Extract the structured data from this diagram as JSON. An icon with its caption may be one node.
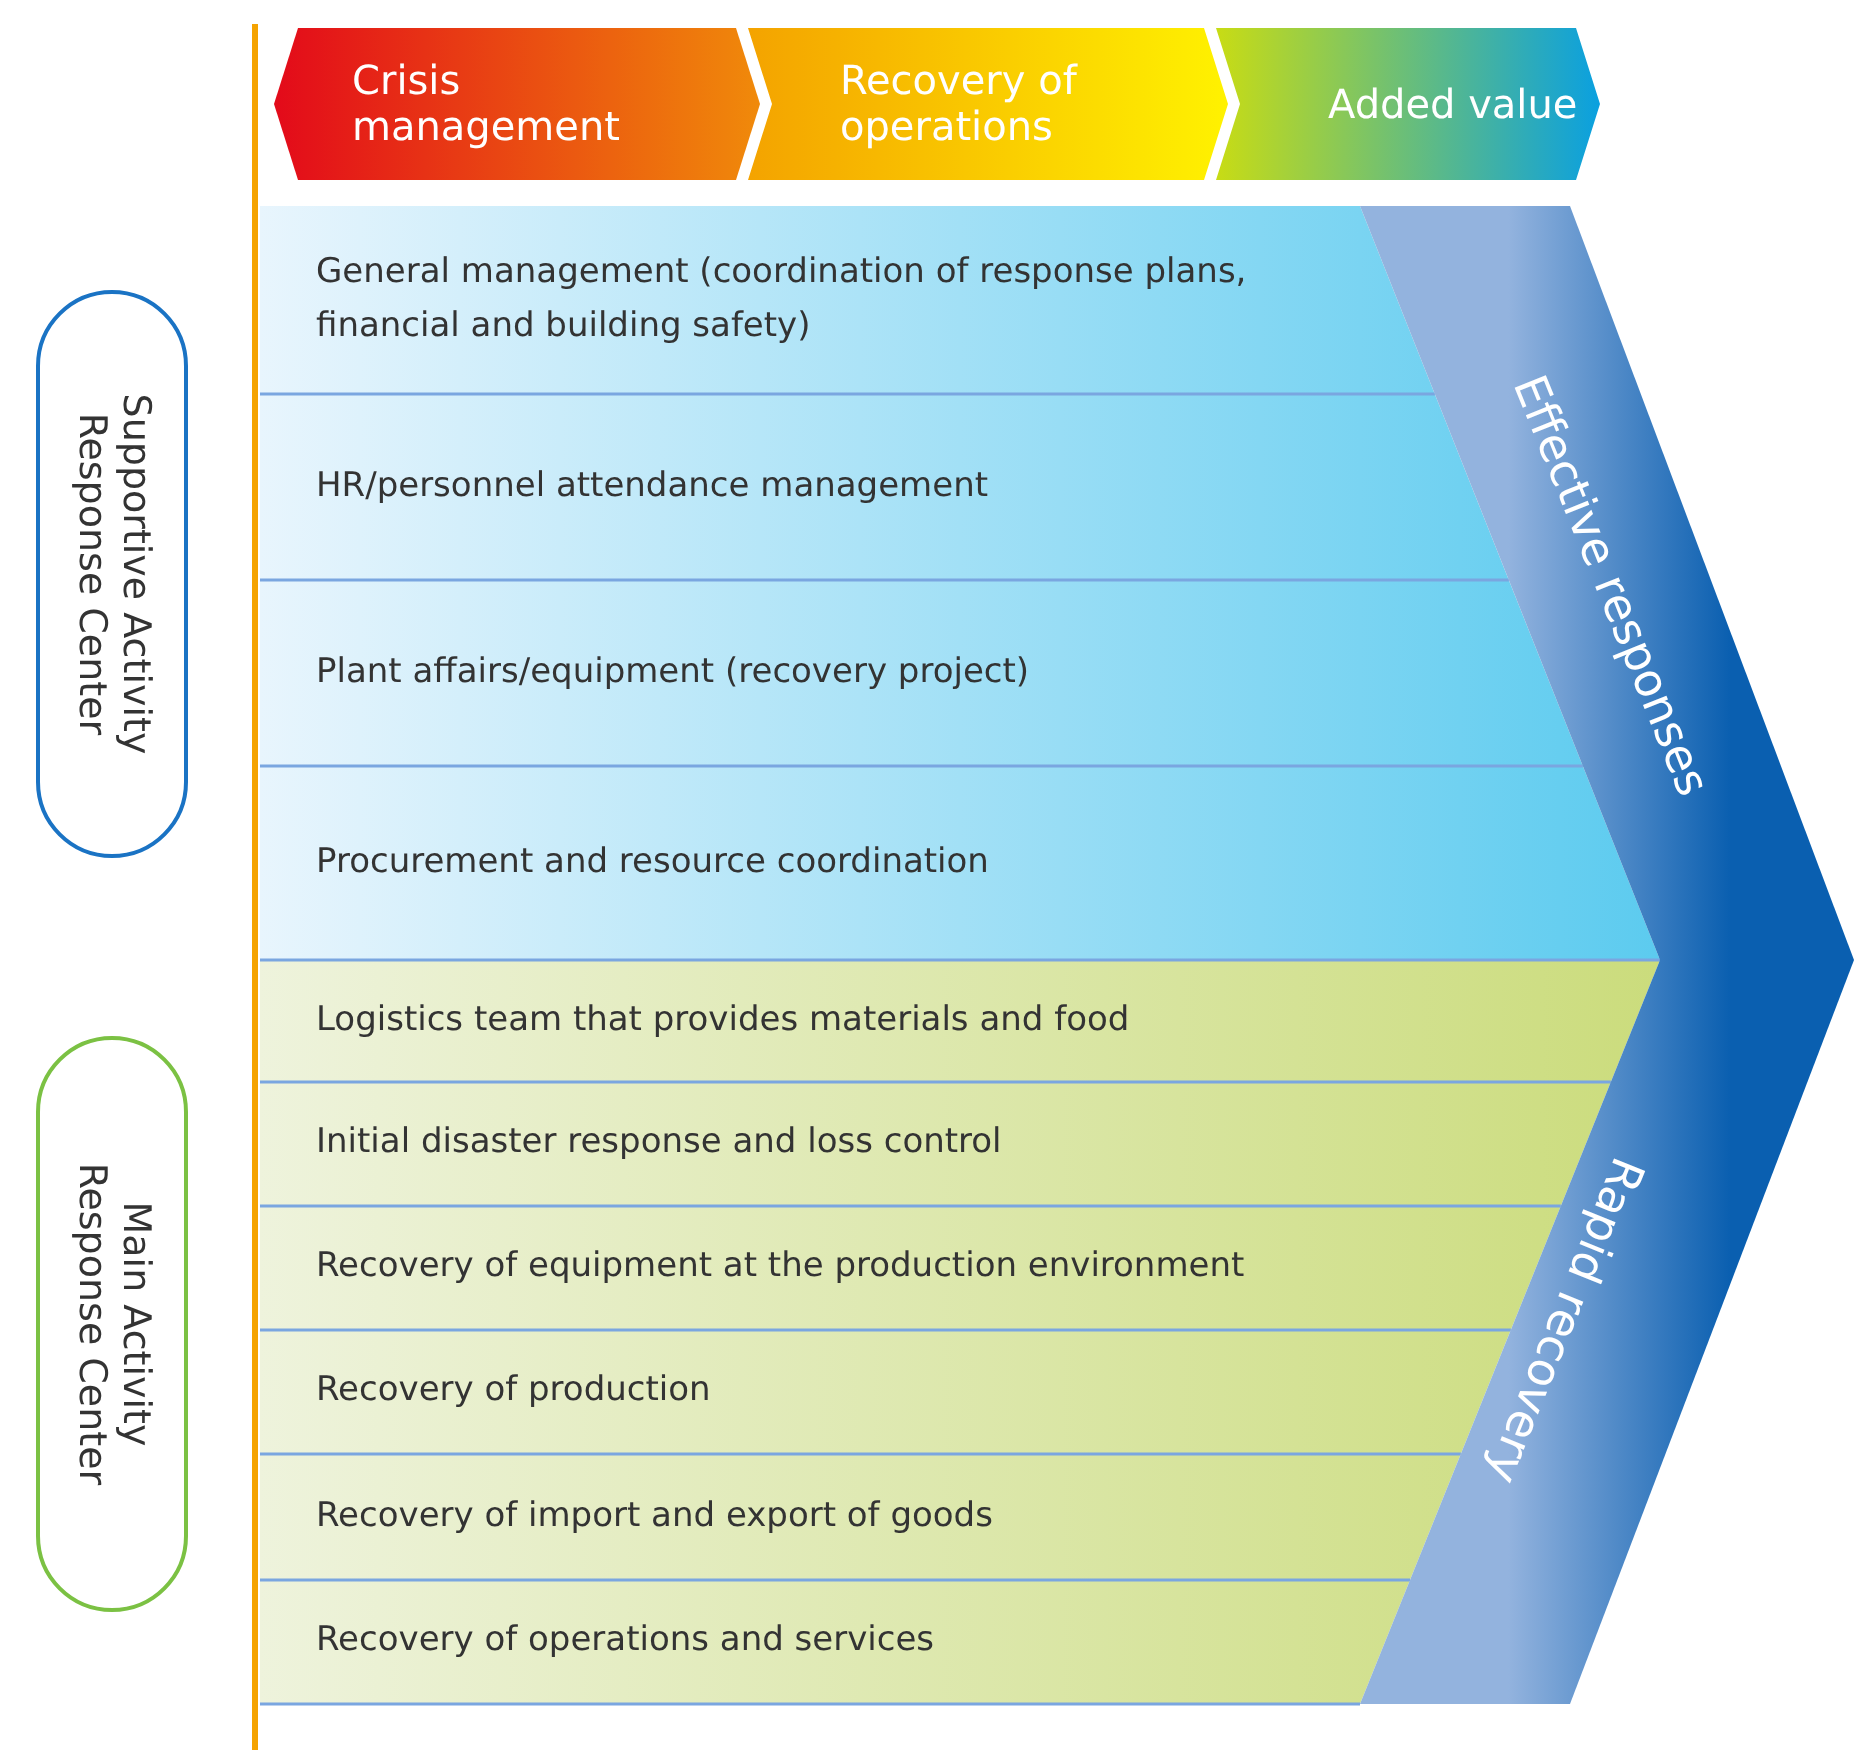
{
  "diagram": {
    "nodes": [
      {
        "text": [
          "Crisis management"
        ]
      },
      {
        "text": [
          "Recovery of operations"
        ]
      },
      {
        "text": [
          "Added value"
        ]
      },
      {
        "text": [
          "Supportive Activity Response Center"
        ]
      },
      {
        "text": [
          "Main Activity Response Center"
        ]
      },
      {
        "text": [
          "General management (coordination of response plans, financial and building safety)"
        ]
      },
      {
        "text": [
          "HR/personnel attendance management"
        ]
      },
      {
        "text": [
          "Plant affairs/equipment (recovery project)"
        ]
      },
      {
        "text": [
          "Procurement and resource coordination"
        ]
      },
      {
        "text": [
          "Logistics team that provides materials and food"
        ]
      },
      {
        "text": [
          "Initial disaster response and loss control"
        ]
      },
      {
        "text": [
          "Recovery of equipment at the production environment"
        ]
      },
      {
        "text": [
          "Recovery of production"
        ]
      },
      {
        "text": [
          "Recovery of import and export of goods"
        ]
      },
      {
        "text": [
          "Recovery of operations and services"
        ]
      },
      {
        "text": [
          "Effective responses"
        ]
      },
      {
        "text": [
          "Rapid recovery"
        ]
      }
    ]
  }
}
